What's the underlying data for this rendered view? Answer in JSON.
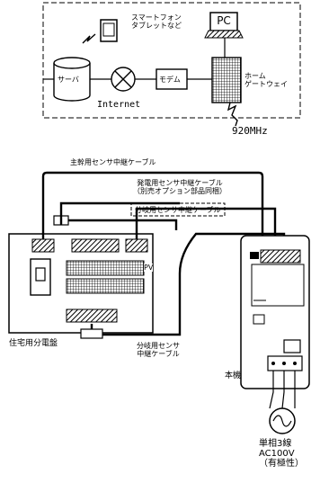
{
  "network": {
    "smartphone_label": "スマートフォン\nタブレットなど",
    "pc_label": "PC",
    "server_label": "サーバ",
    "modem_label": "モデム",
    "gateway_label": "ホーム\nゲートウェイ",
    "internet_label": "Internet",
    "freq_label": "920MHz"
  },
  "wiring": {
    "main_cable_label": "主幹用センサ中継ケーブル",
    "gen_cable_label": "発電用センサ中継ケーブル\n（別売オプション部品同梱）",
    "branch_cable_top_label": "分岐用センサ中継ケーブル",
    "branch_cable_bottom_label": "分岐用センサ\n中継ケーブル",
    "pv_label": "PV",
    "distribution_panel_label": "住宅用分電盤",
    "unit_label": "本機",
    "power_label": "単相3線\nAC100V\n（有極性）"
  }
}
